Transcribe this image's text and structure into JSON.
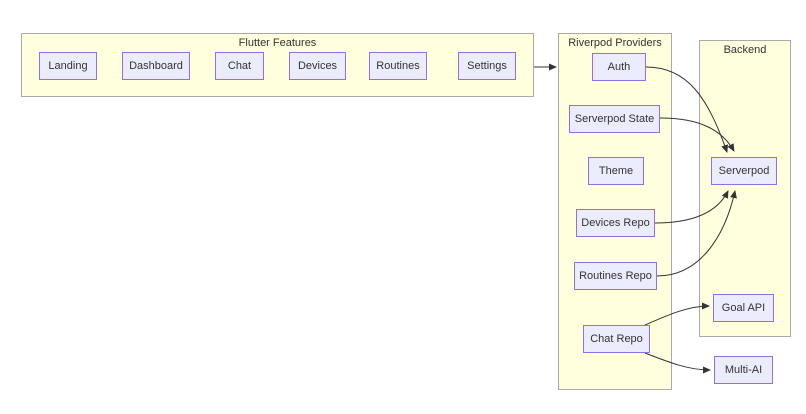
{
  "diagram": {
    "type": "flowchart",
    "clusters": {
      "flutter_features": {
        "label": "Flutter Features"
      },
      "riverpod_providers": {
        "label": "Riverpod Providers"
      },
      "backend": {
        "label": "Backend"
      }
    },
    "nodes": {
      "landing": {
        "label": "Landing"
      },
      "dashboard": {
        "label": "Dashboard"
      },
      "chat": {
        "label": "Chat"
      },
      "devices": {
        "label": "Devices"
      },
      "routines": {
        "label": "Routines"
      },
      "settings": {
        "label": "Settings"
      },
      "auth": {
        "label": "Auth"
      },
      "serverpod_state": {
        "label": "Serverpod State"
      },
      "theme": {
        "label": "Theme"
      },
      "devices_repo": {
        "label": "Devices Repo"
      },
      "routines_repo": {
        "label": "Routines Repo"
      },
      "chat_repo": {
        "label": "Chat Repo"
      },
      "serverpod": {
        "label": "Serverpod"
      },
      "goal_api": {
        "label": "Goal API"
      },
      "multi_ai": {
        "label": "Multi-AI"
      }
    },
    "edges": [
      {
        "from": "Flutter Features",
        "to": "Riverpod Providers"
      },
      {
        "from": "Auth",
        "to": "Serverpod"
      },
      {
        "from": "Serverpod State",
        "to": "Serverpod"
      },
      {
        "from": "Devices Repo",
        "to": "Serverpod"
      },
      {
        "from": "Routines Repo",
        "to": "Serverpod"
      },
      {
        "from": "Chat Repo",
        "to": "Goal API"
      },
      {
        "from": "Chat Repo",
        "to": "Multi-AI"
      }
    ],
    "colors": {
      "node_fill": "#ECECFF",
      "node_border": "#9370DB",
      "cluster_fill": "#FFFFDE",
      "cluster_border": "#AAAAAA",
      "edge": "#333333",
      "text": "#333333",
      "background": "#FFFFFF"
    }
  }
}
